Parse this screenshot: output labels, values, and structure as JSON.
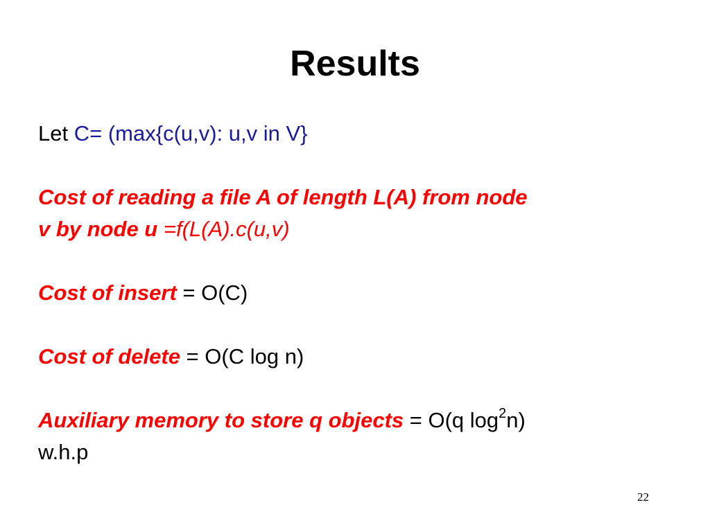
{
  "slide": {
    "title": "Results",
    "let_line": {
      "prefix": "Let ",
      "formula": "C= (max{c(u,v): u,v in V}"
    },
    "cost_reading": {
      "line1": "Cost of reading a file A of length L(A) from node",
      "line2_bold": "v by node u ",
      "line2_italic": " =f(L(A).c(u,v)"
    },
    "cost_insert": {
      "label": "Cost of insert",
      "value": " = O(C)"
    },
    "cost_delete": {
      "label": "Cost of delete",
      "value": " = O(C log n)"
    },
    "aux_memory": {
      "label": "Auxiliary memory to store q objects",
      "value_prefix": " = O(q log",
      "value_sup": "2",
      "value_suffix": "n)",
      "line2": "w.h.p"
    },
    "page_number": "22"
  }
}
